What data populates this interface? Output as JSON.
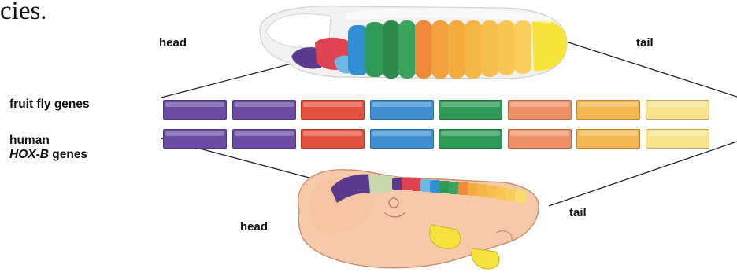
{
  "partial_text": "cies.",
  "labels": {
    "fly_head": "head",
    "fly_tail": "tail",
    "embryo_head": "head",
    "embryo_tail": "tail",
    "fruit_fly_genes": "fruit fly genes",
    "human_line1": "human",
    "human_italic": "HOX-B",
    "human_suffix": " genes"
  },
  "gene_colors": [
    "#6a4aa2",
    "#6a4aa2",
    "#e4513e",
    "#3f8fd1",
    "#2f9a56",
    "#ef9066",
    "#f4b74f",
    "#f8e48f"
  ],
  "colors": {
    "fly_body": "#f2f2f2",
    "embryo_skin": "#f6c9a8",
    "embryo_limb": "#f5e23c"
  }
}
